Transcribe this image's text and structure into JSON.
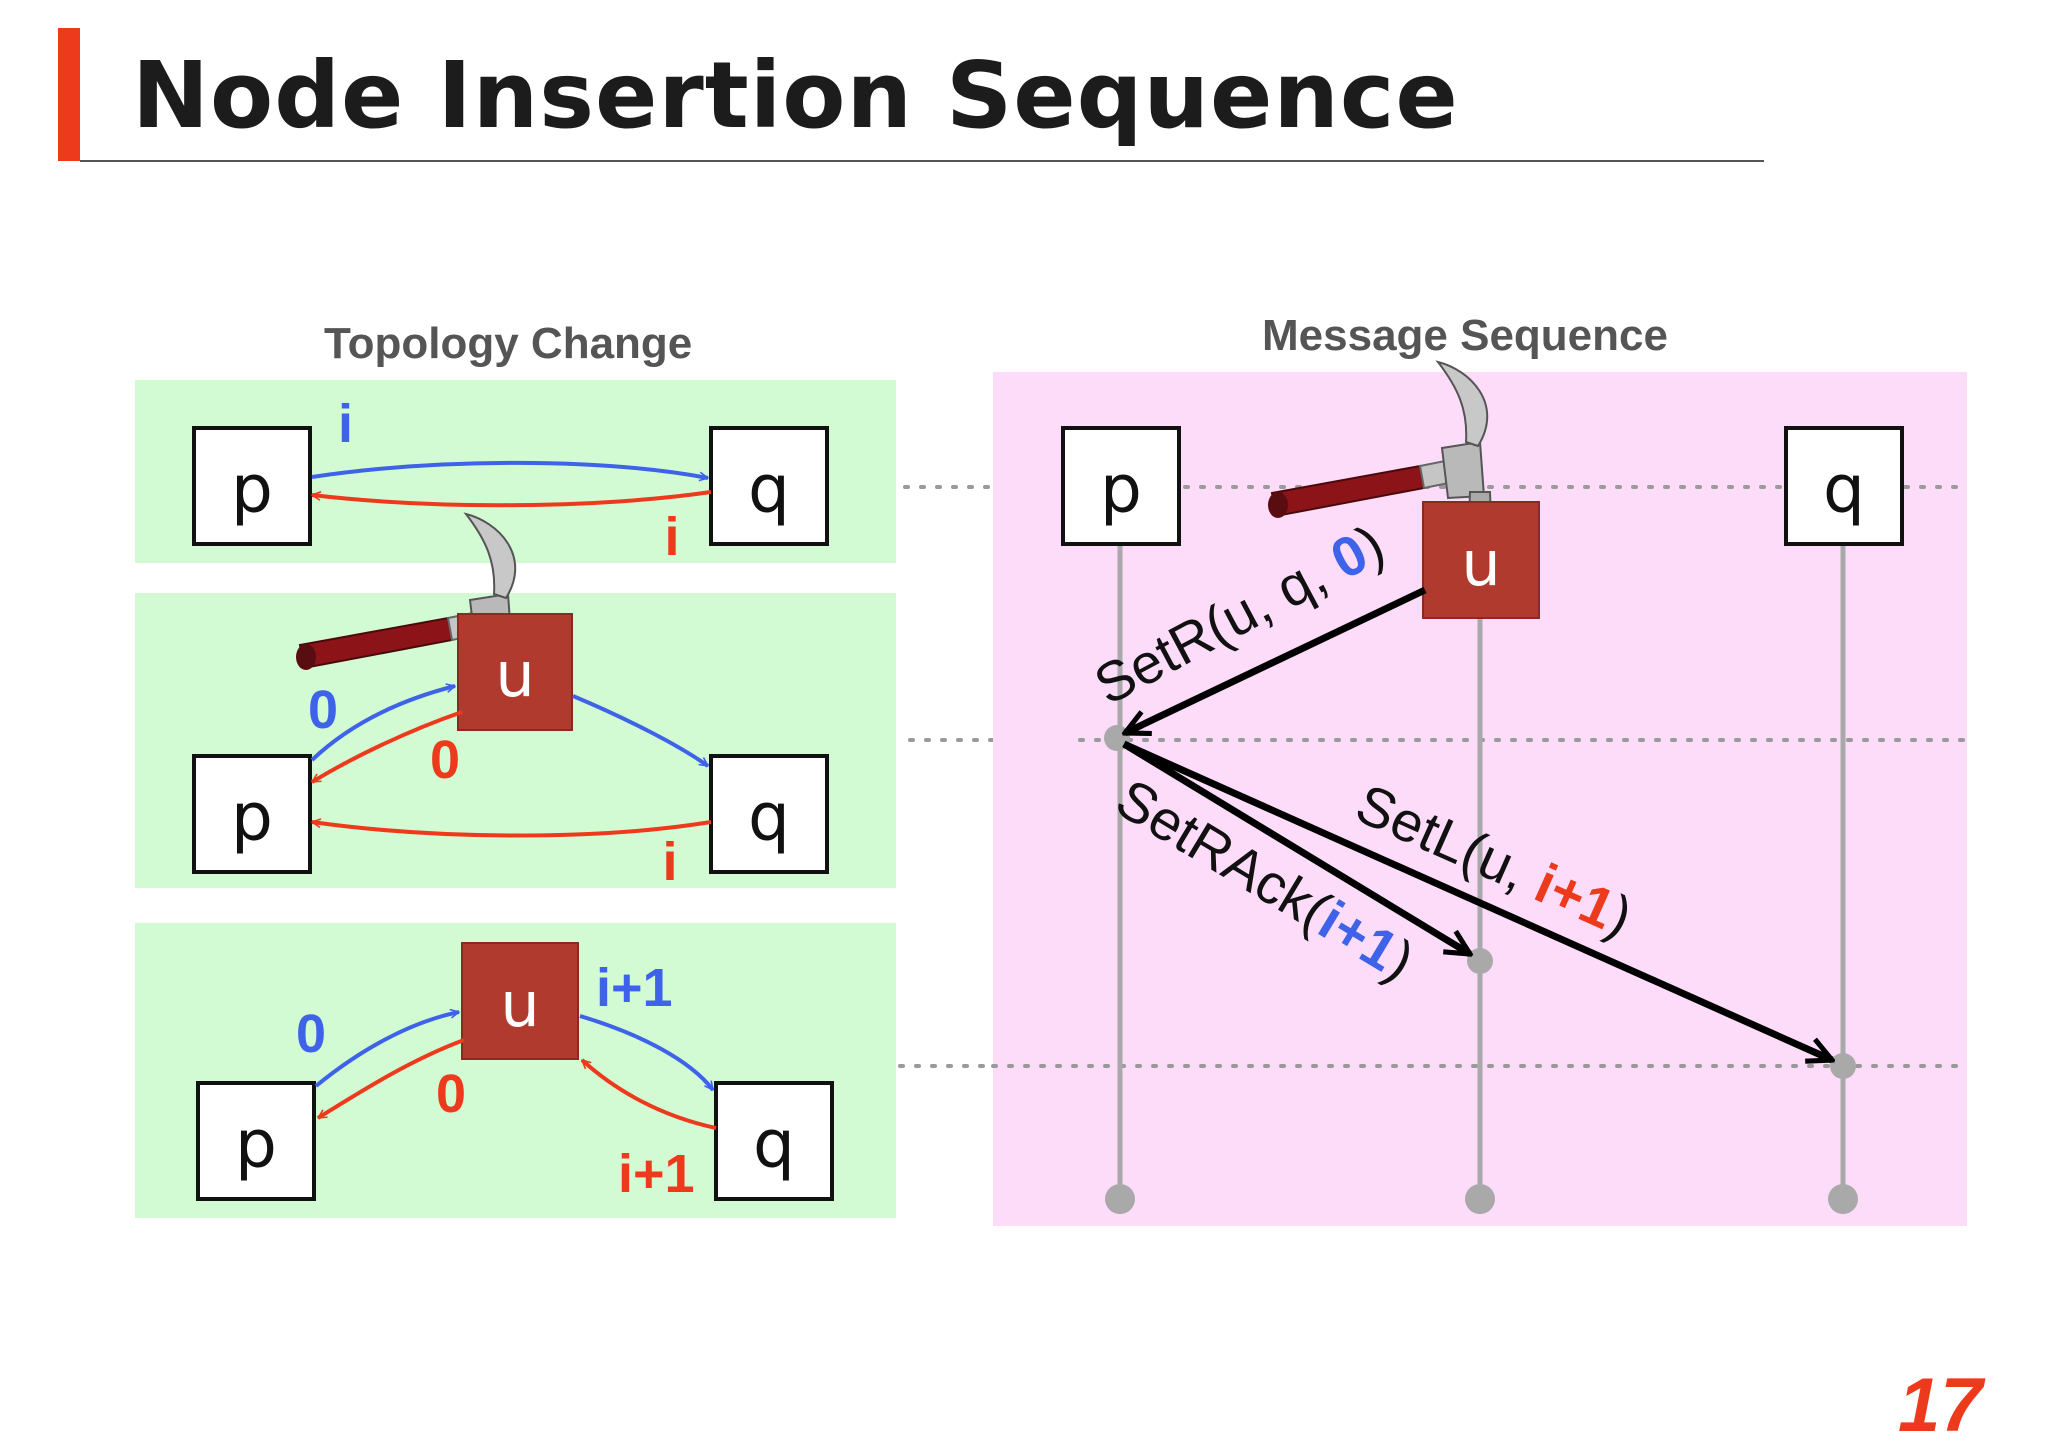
{
  "slide": {
    "title": "Node Insertion Sequence",
    "page_number": "17",
    "accent_color": "#ee3a1c"
  },
  "topology": {
    "heading": "Topology Change",
    "background_color": "#d2fbd3",
    "panels": [
      {
        "nodes": [
          "p",
          "q"
        ],
        "edges": [
          {
            "from": "p",
            "to": "q",
            "label": "i",
            "color": "#3e62e8"
          },
          {
            "from": "q",
            "to": "p",
            "label": "i",
            "color": "#ee3a1c"
          }
        ]
      },
      {
        "nodes": [
          "p",
          "u",
          "q"
        ],
        "edges": [
          {
            "from": "p",
            "to": "u",
            "label": "0",
            "color": "#3e62e8"
          },
          {
            "from": "u",
            "to": "p",
            "label": "0",
            "color": "#ee3a1c"
          },
          {
            "from": "u",
            "to": "q",
            "label": "",
            "color": "#3e62e8"
          },
          {
            "from": "q",
            "to": "p",
            "label": "i",
            "color": "#ee3a1c"
          }
        ],
        "icon": "hammer-icon"
      },
      {
        "nodes": [
          "p",
          "u",
          "q"
        ],
        "edges": [
          {
            "from": "p",
            "to": "u",
            "label": "0",
            "color": "#3e62e8"
          },
          {
            "from": "u",
            "to": "p",
            "label": "0",
            "color": "#ee3a1c"
          },
          {
            "from": "u",
            "to": "q",
            "label": "i+1",
            "color": "#3e62e8"
          },
          {
            "from": "q",
            "to": "u",
            "label": "i+1",
            "color": "#ee3a1c"
          }
        ]
      }
    ]
  },
  "message_sequence": {
    "heading": "Message Sequence",
    "background_color": "#fddcfa",
    "nodes": [
      "p",
      "u",
      "q"
    ],
    "icon": "hammer-icon",
    "messages": [
      {
        "name": "SetR",
        "open": "(u, q, ",
        "arg": "0",
        "arg_color": "#3e62e8",
        "close": ")",
        "from": "u",
        "to": "p"
      },
      {
        "name": "SetRAck",
        "open": "(",
        "arg": "i+1",
        "arg_color": "#3e62e8",
        "close": ")",
        "from": "p",
        "to": "u"
      },
      {
        "name": "SetL",
        "open": "(u, ",
        "arg": "i+1",
        "arg_color": "#ee3a1c",
        "close": ")",
        "from": "p",
        "to": "q"
      }
    ]
  }
}
